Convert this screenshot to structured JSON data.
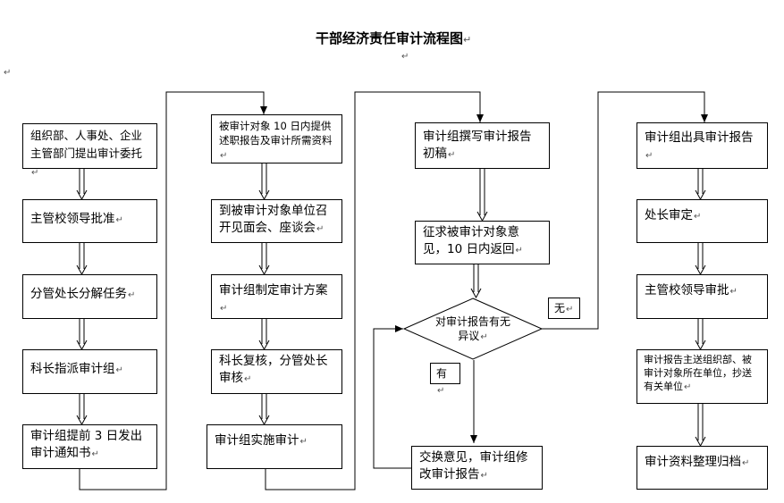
{
  "title": "干部经济责任审计流程图",
  "paragraph_mark": "↵",
  "columns": [
    {
      "steps": [
        "组织部、人事处、企业主管部门提出审计委托",
        "主管校领导批准",
        "分管处长分解任务",
        "科长指派审计组",
        "审计组提前 3 日发出审计通知书"
      ]
    },
    {
      "steps": [
        "被审计对象 10 日内提供述职报告及审计所需资料",
        "到被审计对象单位召开见面会、座谈会",
        "审计组制定审计方案",
        "科长复核，分管处长审核",
        "审计组实施审计"
      ]
    },
    {
      "steps": [
        "审计组撰写审计报告初稿",
        "征求被审计对象意见，10 日内返回"
      ],
      "decision": "对审计报告有无异议",
      "branch_yes": "有",
      "branch_no": "无",
      "revise": "交换意见，审计组修改审计报告"
    },
    {
      "steps": [
        "审计组出具审计报告",
        "处长审定",
        "主管校领导审批",
        "审计报告主送组织部、被审计对象所在单位，抄送有关单位",
        "审计资料整理归档"
      ]
    }
  ]
}
